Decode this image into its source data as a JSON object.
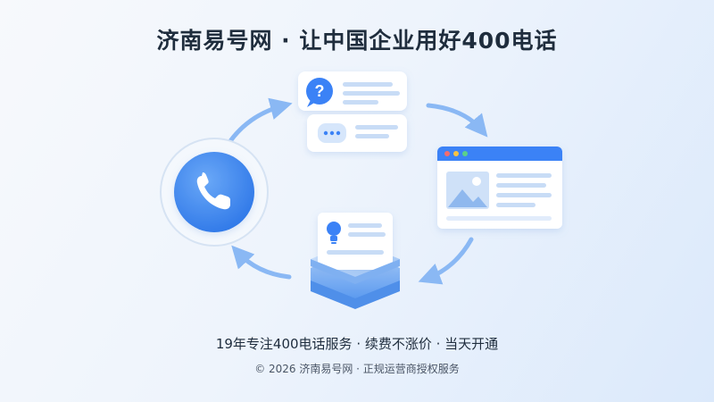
{
  "header": {
    "title": "济南易号网 · 让中国企业用好400电话"
  },
  "illustration": {
    "icons": [
      "phone-icon",
      "question-icon",
      "chat-dots-icon",
      "browser-window-icon",
      "image-icon",
      "lightbulb-icon",
      "stack-icon"
    ],
    "colors": {
      "accent": "#3b82f6",
      "accent_light": "#8ab8f4",
      "text": "#1f2d3d"
    }
  },
  "footer": {
    "tagline": "19年专注400电话服务 · 续费不涨价 · 当天开通",
    "copyright": "© 2026 济南易号网 · 正规运营商授权服务"
  }
}
